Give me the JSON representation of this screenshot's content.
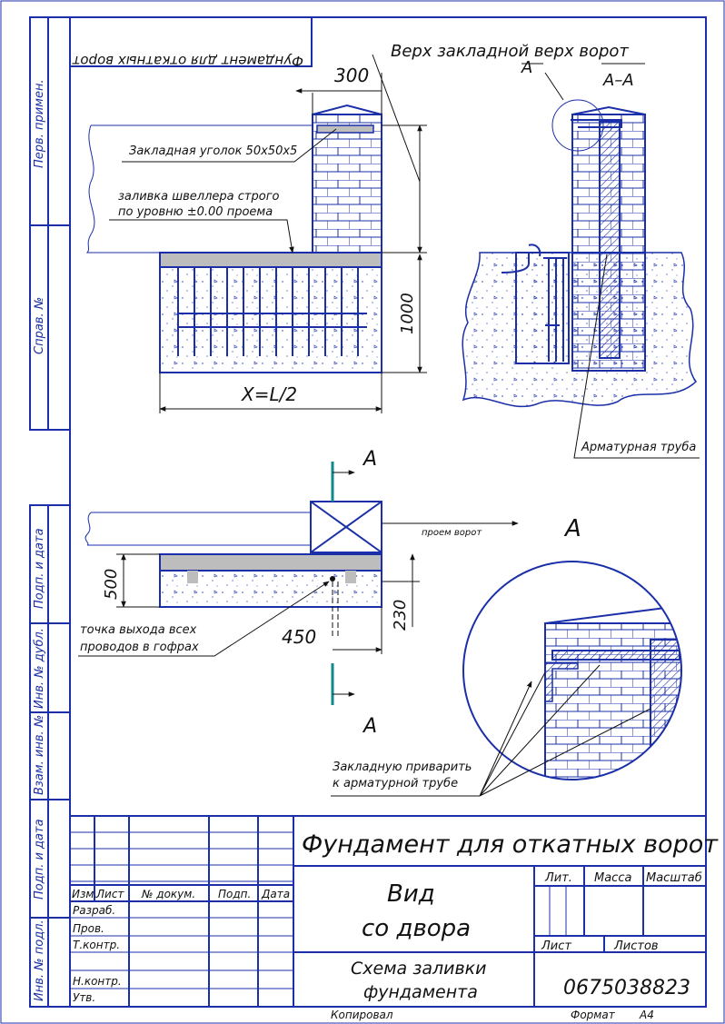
{
  "colors": {
    "line": "#1a2fa8",
    "ink": "#111111",
    "fill_gray": "#bdbdbd",
    "teal": "#138a8a"
  },
  "side_stamps": [
    "Перв. примен.",
    "Справ. №",
    "Подп. и дата",
    "Инв. № дубл.",
    "Взам. инв. №",
    "Подп. и дата",
    "Инв. № подл."
  ],
  "mirror_title": "Фундамент для откатных ворот",
  "view_top": {
    "label_top": "Верх закладной верх ворот",
    "dim_300": "300",
    "label_angle": "Закладная уголок 50х50х5",
    "label_fill_line1": "заливка швеллера строго",
    "label_fill_line2": "по уровню ±0.00 проема",
    "dim_1000": "1000",
    "dim_xl": "X=L/2"
  },
  "section_aa": {
    "callout": "А",
    "title": "А–А",
    "label_pipe": "Арматурная труба"
  },
  "plan": {
    "cut_top": "А",
    "cut_bottom": "А",
    "label_opening": "проем ворот",
    "dim_500": "500",
    "dim_230": "230",
    "dim_450": "450",
    "label_wires_line1": "точка выхода всех",
    "label_wires_line2": "проводов в гофрах"
  },
  "detail": {
    "title": "А",
    "label_weld_line1": "Закладную приварить",
    "label_weld_line2": "к арматурной трубе"
  },
  "stamp": {
    "main_title": "Фундамент для откатных ворот",
    "sheet_name_line1": "Вид",
    "sheet_name_line2": "со двора",
    "doc_name_line1": "Схема заливки",
    "doc_name_line2": "фундамента",
    "cols": [
      "Изм.",
      "Лист",
      "№ докум.",
      "Подп.",
      "Дата"
    ],
    "rows": [
      "Разраб.",
      "Пров.",
      "Т.контр.",
      "Н.контр.",
      "Утв."
    ],
    "lit": "Лит.",
    "mass": "Масса",
    "scale": "Масштаб",
    "sheet": "Лист",
    "sheets": "Листов",
    "code": "0675038823"
  },
  "footer": {
    "copied": "Копировал",
    "format_label": "Формат",
    "format_value": "А4"
  }
}
